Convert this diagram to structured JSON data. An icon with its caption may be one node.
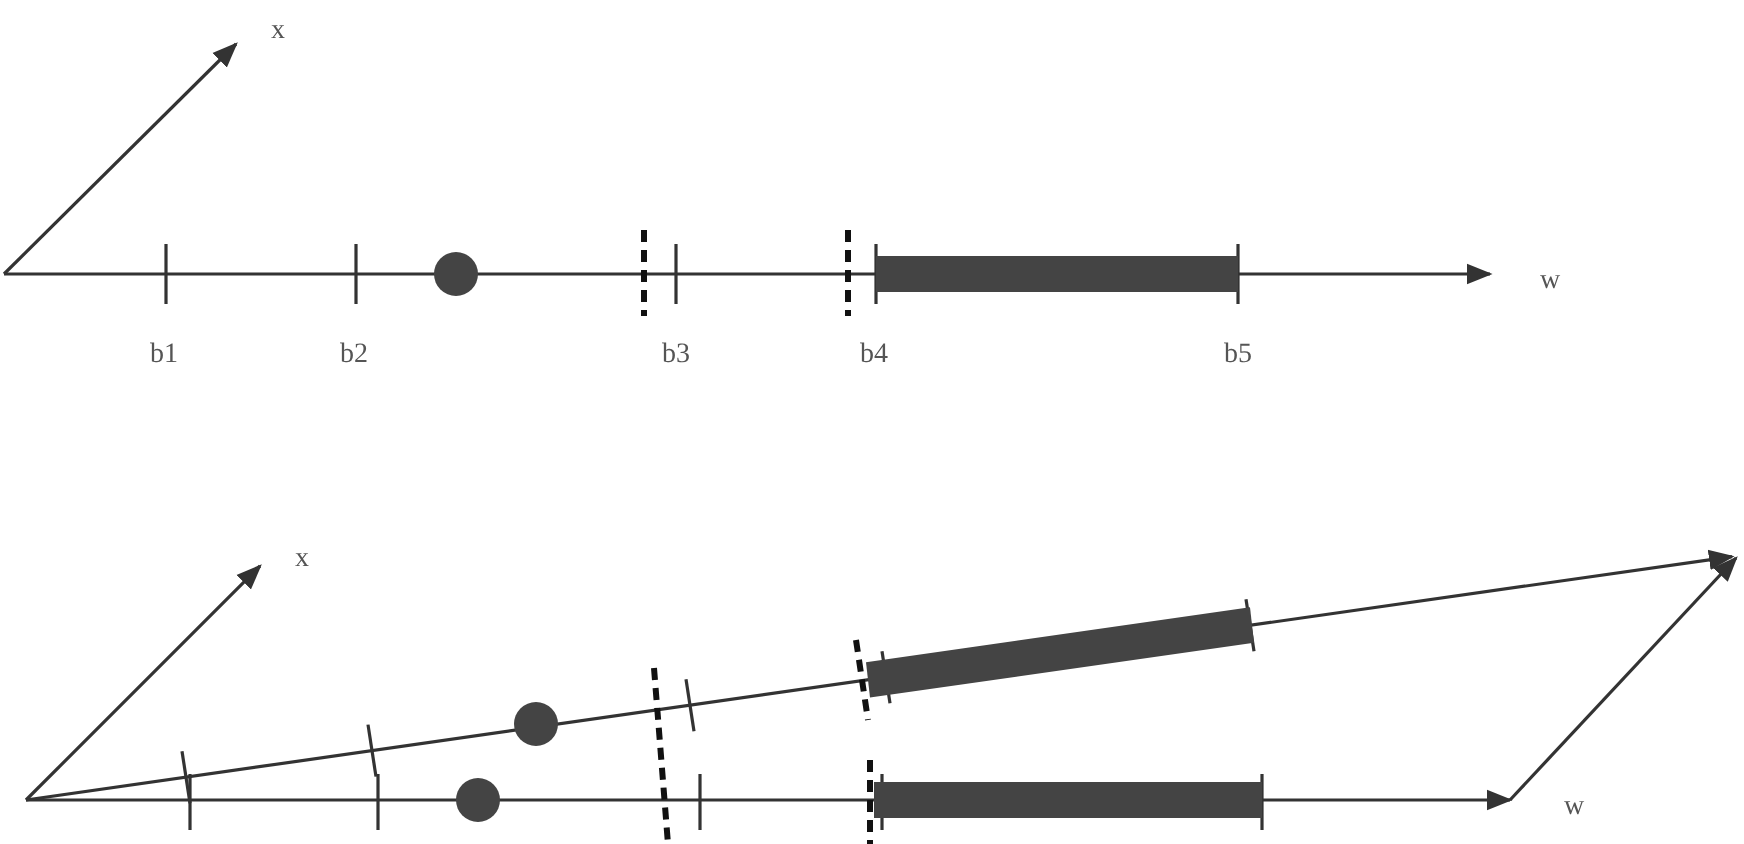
{
  "diagram": {
    "labels": [
      "x",
      "w",
      "b1",
      "b2",
      "b3",
      "b4",
      "b5",
      "x",
      "w"
    ]
  }
}
